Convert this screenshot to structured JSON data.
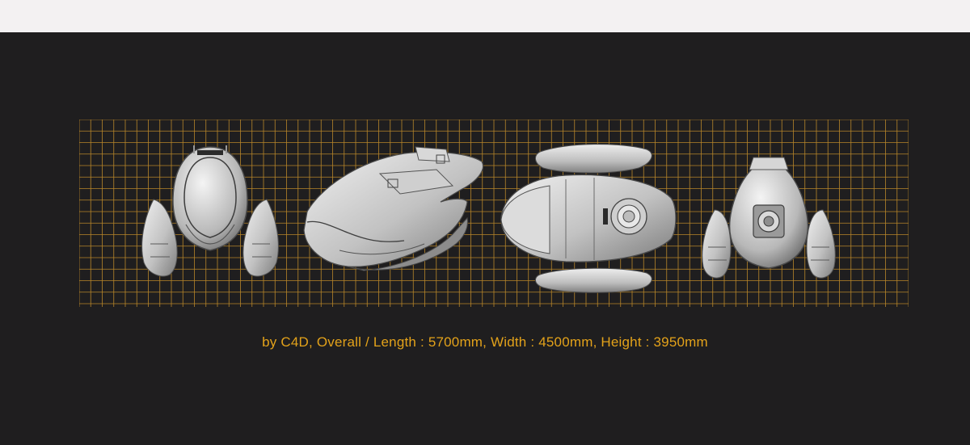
{
  "caption": "by C4D, Overall / Length : 5700mm, Width : 4500mm, Height : 3950mm",
  "views": [
    "front-view",
    "perspective-view",
    "top-view",
    "rear-view"
  ],
  "colors": {
    "page_background": "#f3f1f2",
    "panel_background": "#1f1e1f",
    "grid_line": "#b8862a",
    "caption_text": "#e3a21a",
    "model_light": "#e6e6e6",
    "model_mid": "#b3b3b3",
    "model_dark": "#6a6a6a"
  }
}
